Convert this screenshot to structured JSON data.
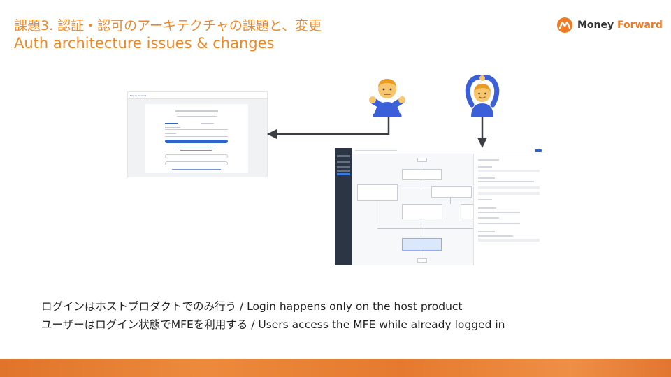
{
  "title": {
    "jp": "課題3. 認証・認可のアーキテクチャの課題と、変更",
    "en": "Auth architecture issues & changes"
  },
  "logo": {
    "text_main": "Money ",
    "text_accent": "Forward"
  },
  "emojis": {
    "left": {
      "name": "person-gesturing-no",
      "glyph": "🙅‍♂️"
    },
    "right": {
      "name": "person-gesturing-ok",
      "glyph": "🙆‍♂️"
    }
  },
  "screenshots": {
    "login": {
      "brand": "Money Forward"
    }
  },
  "body": {
    "line1": "ログインはホストプロダクトでのみ行う / Login happens only on the host product",
    "line2": "ユーザーはログイン状態でMFEを利用する / Users access the MFE while already logged in"
  },
  "colors": {
    "accent": "#e8892c",
    "footer": "#e57a2f",
    "arrow": "#3a3f46",
    "button_blue": "#2f63c6"
  }
}
